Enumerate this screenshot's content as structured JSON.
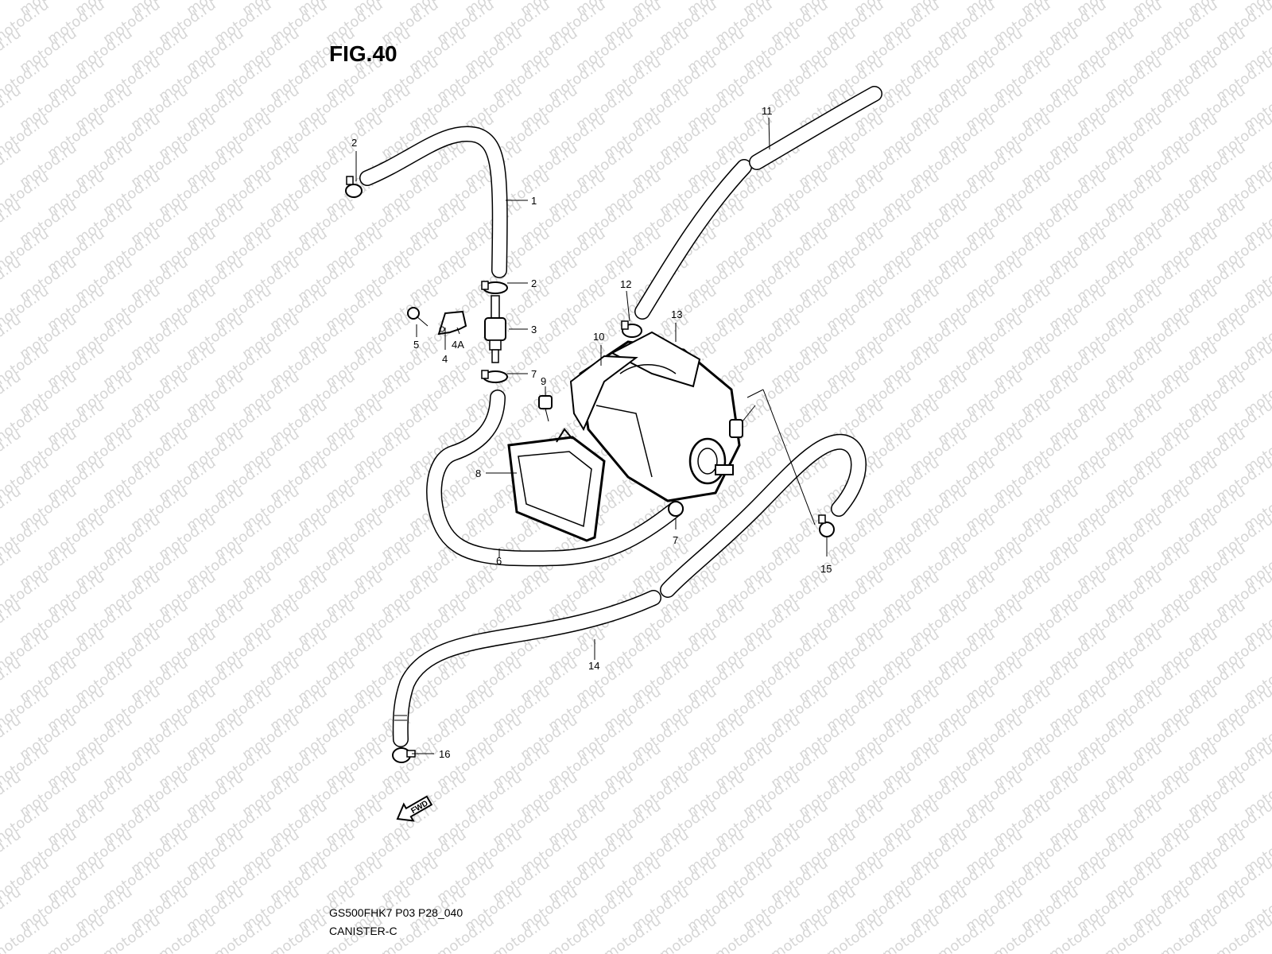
{
  "figure": {
    "title": "FIG.40",
    "model_code": "GS500FHK7 P03 P28_040",
    "section_name": "CANISTER-C"
  },
  "watermark": {
    "text": "motod.ru",
    "color": "#d6d6d6"
  },
  "fwd_arrow": {
    "text": "FWD"
  },
  "callouts": [
    {
      "id": "c1",
      "text": "1"
    },
    {
      "id": "c2a",
      "text": "2"
    },
    {
      "id": "c2b",
      "text": "2"
    },
    {
      "id": "c3",
      "text": "3"
    },
    {
      "id": "c4",
      "text": "4"
    },
    {
      "id": "c4a",
      "text": "4A"
    },
    {
      "id": "c5",
      "text": "5"
    },
    {
      "id": "c6",
      "text": "6"
    },
    {
      "id": "c7a",
      "text": "7"
    },
    {
      "id": "c7b",
      "text": "7"
    },
    {
      "id": "c8",
      "text": "8"
    },
    {
      "id": "c9",
      "text": "9"
    },
    {
      "id": "c10",
      "text": "10"
    },
    {
      "id": "c11",
      "text": "11"
    },
    {
      "id": "c12",
      "text": "12"
    },
    {
      "id": "c13",
      "text": "13"
    },
    {
      "id": "c14",
      "text": "14"
    },
    {
      "id": "c15",
      "text": "15"
    },
    {
      "id": "c16",
      "text": "16"
    }
  ]
}
